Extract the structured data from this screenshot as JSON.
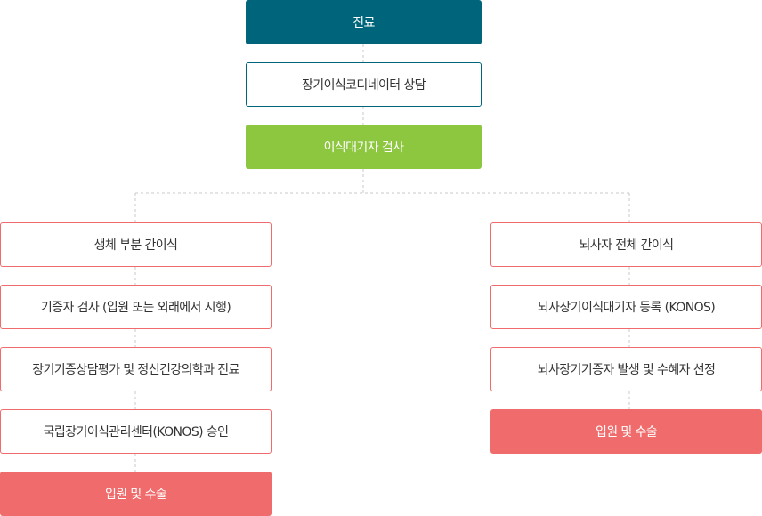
{
  "colors": {
    "teal": "#00657a",
    "green": "#8dc63f",
    "red": "#f06b6b",
    "teal_border": "#00657a",
    "red_border": "#f06b6b"
  },
  "top": {
    "treatment": "진료",
    "coordinator": "장기이식코디네이터 상담",
    "recipient_test": "이식대기자 검사"
  },
  "left_branch": {
    "steps": [
      "생체 부분 간이식",
      "기증자 검사 (입원 또는 외래에서 시행)",
      "장기기증상담평가 및 정신건강의학과 진료",
      "국립장기이식관리센터(KONOS) 승인",
      "입원 및 수술"
    ]
  },
  "right_branch": {
    "steps": [
      "뇌사자 전체 간이식",
      "뇌사장기이식대기자 등록 (KONOS)",
      "뇌사장기기증자 발생 및 수혜자 선정",
      "입원 및 수술"
    ]
  }
}
